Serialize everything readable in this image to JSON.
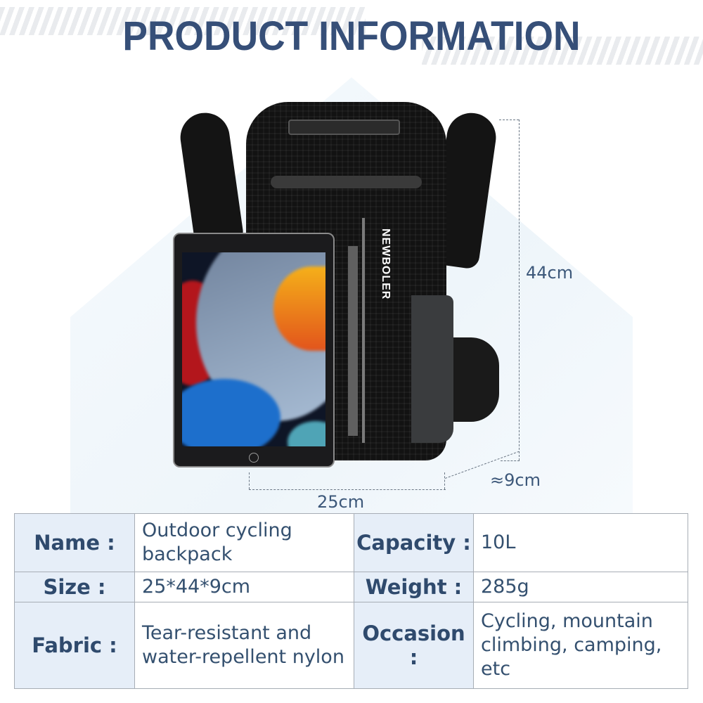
{
  "header": {
    "title": "PRODUCT INFORMATION",
    "title_color": "#364f78"
  },
  "product_image": {
    "brand_label": "NEWBOLER",
    "tablet": "tablet-device"
  },
  "dimensions": {
    "height": "44cm",
    "width": "25cm",
    "depth": "≈9cm"
  },
  "specs": {
    "rows": [
      {
        "left_label": "Name :",
        "left_value": "Outdoor cycling backpack",
        "right_label": "Capacity :",
        "right_value": "10L"
      },
      {
        "left_label": "Size :",
        "left_value": "25*44*9cm",
        "right_label": "Weight :",
        "right_value": "285g"
      },
      {
        "left_label": "Fabric :",
        "left_value": "Tear-resistant and water-repellent nylon",
        "right_label": "Occasion :",
        "right_value": "Cycling, mountain climbing, camping, etc"
      }
    ],
    "label_bg": "#e6eef8",
    "text_color": "#34506f"
  }
}
